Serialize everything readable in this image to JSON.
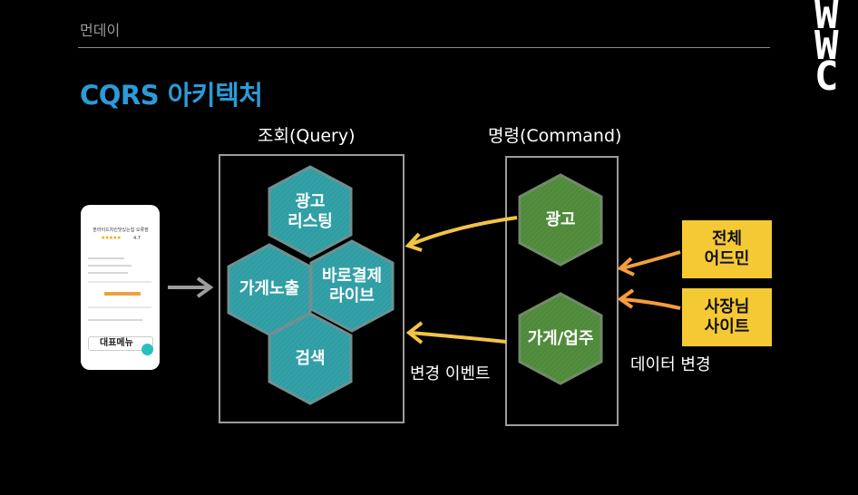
{
  "header": {
    "speaker": "먼데이"
  },
  "title": "CQRS 아키텍처",
  "logo": {
    "lines": [
      "W",
      "W",
      "C"
    ]
  },
  "query_group": {
    "label": "조회(Query)",
    "hexes": [
      "광고\n리스팅",
      "가게노출",
      "바로결제\n라이브",
      "검색"
    ]
  },
  "command_group": {
    "label": "명령(Command)",
    "hexes": [
      "광고",
      "가게/업주"
    ]
  },
  "actors": {
    "admin": "전체\n어드민",
    "owner": "사장님\n사이트"
  },
  "captions": {
    "event": "변경 이벤트",
    "data_change": "데이터 변경"
  },
  "phone_screen": {
    "store_name": "훈라이드치킨맛있는집 오류점",
    "stars": "★★★★★",
    "rating": "4.7",
    "menu_title": "대표메뉴"
  },
  "colors": {
    "title": "#2b9bd8",
    "query_hex": "#2f9ea4",
    "command_hex": "#4f8a3a",
    "arrow_event": "#f3c347",
    "arrow_change": "#f59c3e",
    "actor_box": "#f4c934"
  }
}
